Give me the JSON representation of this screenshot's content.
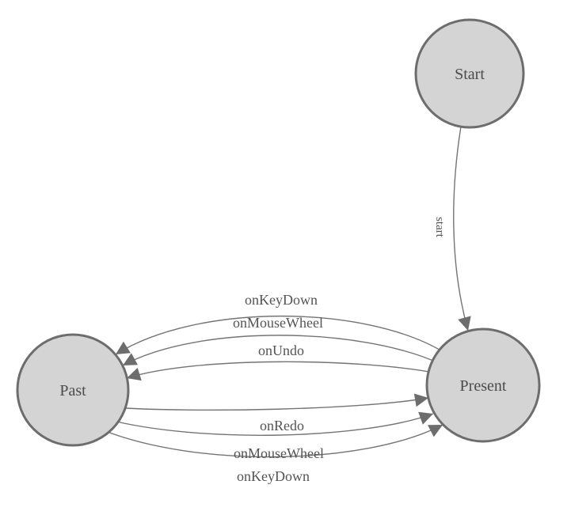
{
  "diagram": {
    "type": "state-machine",
    "background": "#ffffff",
    "colors": {
      "background": "#ffffff",
      "node_fill": "#d4d4d4",
      "node_border": "#6d6d6d",
      "node_text": "#4b4b4b",
      "edge_stroke": "#747474",
      "edge_text": "#545454",
      "arrow_fill": "#6d6d6d"
    },
    "nodes": [
      {
        "id": "start",
        "label": "Start"
      },
      {
        "id": "present",
        "label": "Present"
      },
      {
        "id": "past",
        "label": "Past"
      }
    ],
    "edges": [
      {
        "from": "Start",
        "to": "Present",
        "label": "start"
      },
      {
        "from": "Present",
        "to": "Past",
        "label": "onKeyDown"
      },
      {
        "from": "Present",
        "to": "Past",
        "label": "onMouseWheel"
      },
      {
        "from": "Present",
        "to": "Past",
        "label": "onUndo"
      },
      {
        "from": "Past",
        "to": "Present",
        "label": "onRedo"
      },
      {
        "from": "Past",
        "to": "Present",
        "label": "onMouseWheel"
      },
      {
        "from": "Past",
        "to": "Present",
        "label": "onKeyDown"
      }
    ]
  }
}
